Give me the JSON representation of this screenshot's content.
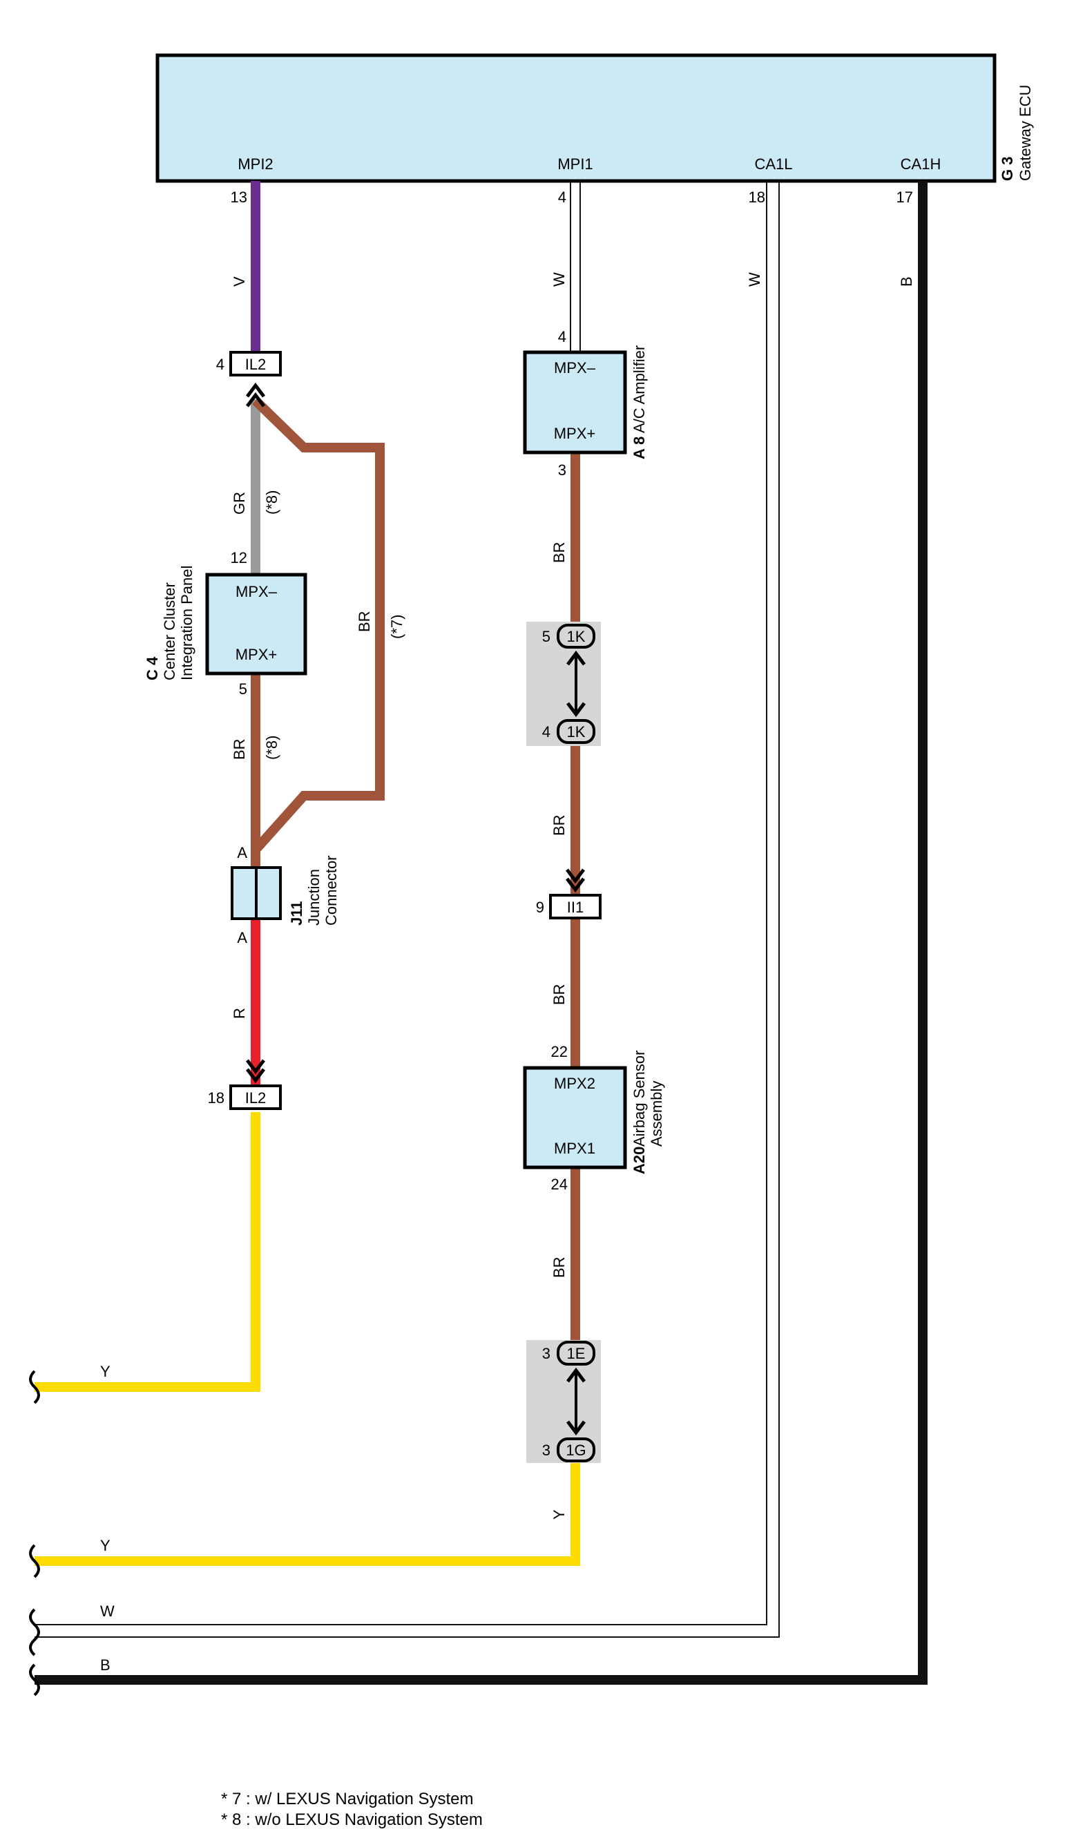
{
  "ecu": {
    "code": "G 3",
    "name": "Gateway ECU",
    "pins": {
      "mpi2": "MPI2",
      "mpi1": "MPI1",
      "ca1l": "CA1L",
      "ca1h": "CA1H"
    },
    "pin_numbers": {
      "mpi2": "13",
      "mpi1": "4",
      "ca1l": "18",
      "ca1h": "17"
    }
  },
  "wire_colors": {
    "V": "#6b2d8f",
    "GR": "#9a9a9a",
    "BR": "#a0553a",
    "R": "#e8202a",
    "Y": "#fbdb00",
    "W": "#ffffff",
    "B": "#111111"
  },
  "wire_labels": {
    "v": "V",
    "gr": "GR",
    "br": "BR",
    "r": "R",
    "y": "Y",
    "w": "W",
    "b": "B"
  },
  "notes_marks": {
    "n7": "(*7)",
    "n8": "(*8)"
  },
  "il2_top": {
    "name": "IL2",
    "pin": "4"
  },
  "il2_bottom": {
    "name": "IL2",
    "pin": "18"
  },
  "ii1": {
    "name": "II1",
    "pin": "9"
  },
  "c4": {
    "code": "C 4",
    "name_line1": "Center Cluster",
    "name_line2": "Integration Panel",
    "top": "MPX–",
    "bottom": "MPX+",
    "pin_top": "12",
    "pin_bottom": "5"
  },
  "j11": {
    "code": "J11",
    "name_line1": "Junction",
    "name_line2": "Connector",
    "pin_top": "A",
    "pin_bottom": "A"
  },
  "a8": {
    "code": "A 8",
    "name": "A/C Amplifier",
    "top": "MPX–",
    "bottom": "MPX+",
    "pin_top": "4",
    "pin_bottom": "3"
  },
  "a20": {
    "code": "A20",
    "name_line1": "Airbag Sensor",
    "name_line2": "Assembly",
    "top": "MPX2",
    "bottom": "MPX1",
    "pin_top": "22",
    "pin_bottom": "24"
  },
  "j1k": {
    "name": "1K",
    "pin_top": "5",
    "pin_bottom": "4"
  },
  "j1e": {
    "name": "1E",
    "pin": "3"
  },
  "j1g": {
    "name": "1G",
    "pin": "3"
  },
  "notes": [
    "* 7 : w/ LEXUS Navigation System",
    "* 8 : w/o LEXUS Navigation System"
  ]
}
